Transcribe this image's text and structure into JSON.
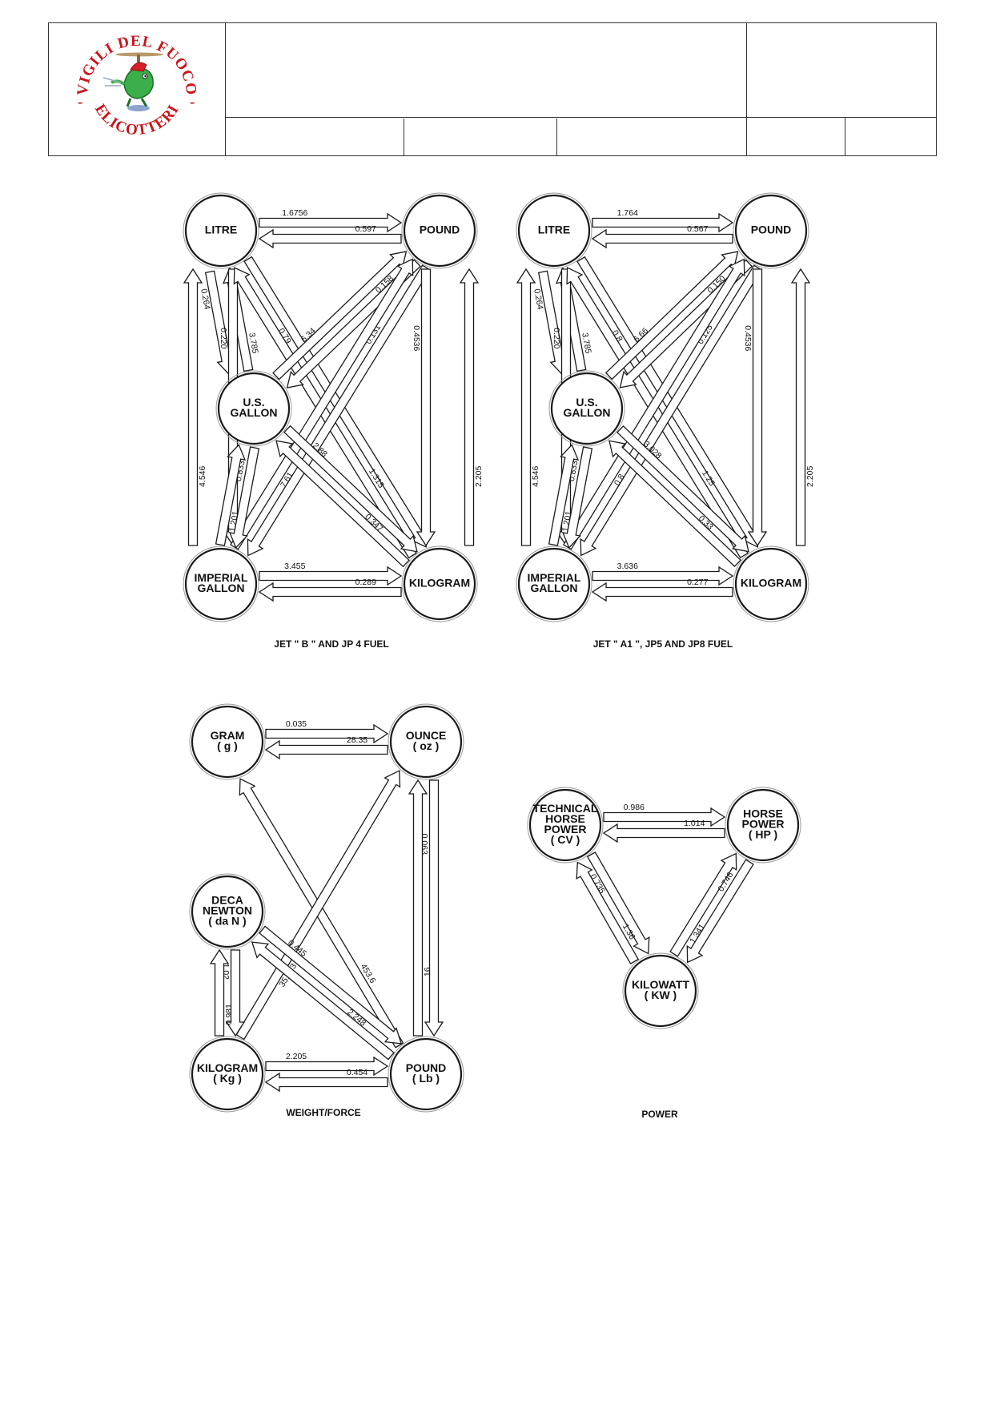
{
  "header": {
    "logo": {
      "top_text": "VIGILI DEL FUOCO",
      "bottom_text": "ELICOTTERI",
      "separator": "-"
    },
    "cells": [
      "",
      "",
      "",
      "",
      "",
      "",
      ""
    ]
  },
  "diagrams": [
    {
      "id": "jetb",
      "caption": "JET \" B \" AND JP 4 FUEL",
      "nodes": {
        "litre": [
          "LITRE"
        ],
        "pound": [
          "POUND"
        ],
        "usgal": [
          "U.S.",
          "GALLON"
        ],
        "impgal": [
          "IMPERIAL",
          "GALLON"
        ],
        "kg": [
          "KILOGRAM"
        ]
      },
      "edges": [
        {
          "from": "litre",
          "to": "pound",
          "value": "1.6756"
        },
        {
          "from": "pound",
          "to": "litre",
          "value": "0.597"
        },
        {
          "from": "litre",
          "to": "usgal",
          "value": "0.264"
        },
        {
          "from": "usgal",
          "to": "litre",
          "value": "3.785"
        },
        {
          "from": "litre",
          "to": "impgal",
          "value": "0.220"
        },
        {
          "from": "impgal",
          "to": "litre",
          "value": "4.546"
        },
        {
          "from": "litre",
          "to": "kg",
          "value": "0.79"
        },
        {
          "from": "kg",
          "to": "litre",
          "value": "1.315"
        },
        {
          "from": "pound",
          "to": "usgal",
          "value": "0.158"
        },
        {
          "from": "usgal",
          "to": "pound",
          "value": "6.34"
        },
        {
          "from": "pound",
          "to": "impgal",
          "value": "0.131"
        },
        {
          "from": "impgal",
          "to": "pound",
          "value": "7.61"
        },
        {
          "from": "pound",
          "to": "kg",
          "value": "0.4536"
        },
        {
          "from": "kg",
          "to": "pound",
          "value": "2.205"
        },
        {
          "from": "usgal",
          "to": "impgal",
          "value": "0.833"
        },
        {
          "from": "impgal",
          "to": "usgal",
          "value": "1.201"
        },
        {
          "from": "usgal",
          "to": "kg",
          "value": "2.88"
        },
        {
          "from": "kg",
          "to": "usgal",
          "value": "0.347"
        },
        {
          "from": "impgal",
          "to": "kg",
          "value": "3.455"
        },
        {
          "from": "kg",
          "to": "impgal",
          "value": "0.289"
        }
      ]
    },
    {
      "id": "jeta1",
      "caption": "JET \" A1 \", JP5 AND JP8 FUEL",
      "nodes": {
        "litre": [
          "LITRE"
        ],
        "pound": [
          "POUND"
        ],
        "usgal": [
          "U.S.",
          "GALLON"
        ],
        "impgal": [
          "IMPERIAL",
          "GALLON"
        ],
        "kg": [
          "KILOGRAM"
        ]
      },
      "edges": [
        {
          "from": "litre",
          "to": "pound",
          "value": "1.764"
        },
        {
          "from": "pound",
          "to": "litre",
          "value": "0.567"
        },
        {
          "from": "litre",
          "to": "usgal",
          "value": "0.264"
        },
        {
          "from": "usgal",
          "to": "litre",
          "value": "3.785"
        },
        {
          "from": "litre",
          "to": "impgal",
          "value": "0.220"
        },
        {
          "from": "impgal",
          "to": "litre",
          "value": "4.546"
        },
        {
          "from": "litre",
          "to": "kg",
          "value": "0.8"
        },
        {
          "from": "kg",
          "to": "litre",
          "value": "1.25"
        },
        {
          "from": "pound",
          "to": "usgal",
          "value": "0.150"
        },
        {
          "from": "usgal",
          "to": "pound",
          "value": "6.66"
        },
        {
          "from": "pound",
          "to": "impgal",
          "value": "0.125"
        },
        {
          "from": "impgal",
          "to": "pound",
          "value": "0.8"
        },
        {
          "from": "pound",
          "to": "kg",
          "value": "0.4536"
        },
        {
          "from": "kg",
          "to": "pound",
          "value": "2.205"
        },
        {
          "from": "usgal",
          "to": "impgal",
          "value": "0.833"
        },
        {
          "from": "impgal",
          "to": "usgal",
          "value": "1.201"
        },
        {
          "from": "usgal",
          "to": "kg",
          "value": "3.028"
        },
        {
          "from": "kg",
          "to": "usgal",
          "value": "0.33"
        },
        {
          "from": "impgal",
          "to": "kg",
          "value": "3.636"
        },
        {
          "from": "kg",
          "to": "impgal",
          "value": "0.277"
        }
      ]
    },
    {
      "id": "weight",
      "caption": "WEIGHT/FORCE",
      "nodes": {
        "gram": [
          "GRAM",
          "( g )"
        ],
        "ounce": [
          "OUNCE",
          "( oz )"
        ],
        "decanewton": [
          "DECA",
          "NEWTON",
          "( da N )"
        ],
        "kilogram": [
          "KILOGRAM",
          "( Kg )"
        ],
        "pound": [
          "POUND",
          "( Lb )"
        ]
      },
      "edges": [
        {
          "from": "gram",
          "to": "ounce",
          "value": "0.035"
        },
        {
          "from": "ounce",
          "to": "gram",
          "value": "28.35"
        },
        {
          "from": "ounce",
          "to": "pound",
          "value": "0.063"
        },
        {
          "from": "pound",
          "to": "ounce",
          "value": "16"
        },
        {
          "from": "pound",
          "to": "gram",
          "value": "453.6"
        },
        {
          "from": "kilogram",
          "to": "ounce",
          "value": "35.273"
        },
        {
          "from": "decanewton",
          "to": "kilogram",
          "value": "1.02"
        },
        {
          "from": "kilogram",
          "to": "decanewton",
          "value": "0.981"
        },
        {
          "from": "pound",
          "to": "decanewton",
          "value": "2.248"
        },
        {
          "from": "decanewton",
          "to": "pound",
          "value": "0.445"
        },
        {
          "from": "kilogram",
          "to": "pound",
          "value": "2.205"
        },
        {
          "from": "pound",
          "to": "kilogram",
          "value": "0.454"
        }
      ]
    },
    {
      "id": "power",
      "caption": "POWER",
      "nodes": {
        "cv": [
          "TECHNICAL",
          "HORSE",
          "POWER",
          "( CV )"
        ],
        "hp": [
          "HORSE",
          "POWER",
          "( HP )"
        ],
        "kw": [
          "KILOWATT",
          "( KW )"
        ]
      },
      "edges": [
        {
          "from": "cv",
          "to": "hp",
          "value": "0.986"
        },
        {
          "from": "hp",
          "to": "cv",
          "value": "1.014"
        },
        {
          "from": "cv",
          "to": "kw",
          "value": "0.735"
        },
        {
          "from": "kw",
          "to": "cv",
          "value": "1.36"
        },
        {
          "from": "kw",
          "to": "hp",
          "value": "1.341"
        },
        {
          "from": "hp",
          "to": "kw",
          "value": "0.746"
        }
      ]
    }
  ]
}
